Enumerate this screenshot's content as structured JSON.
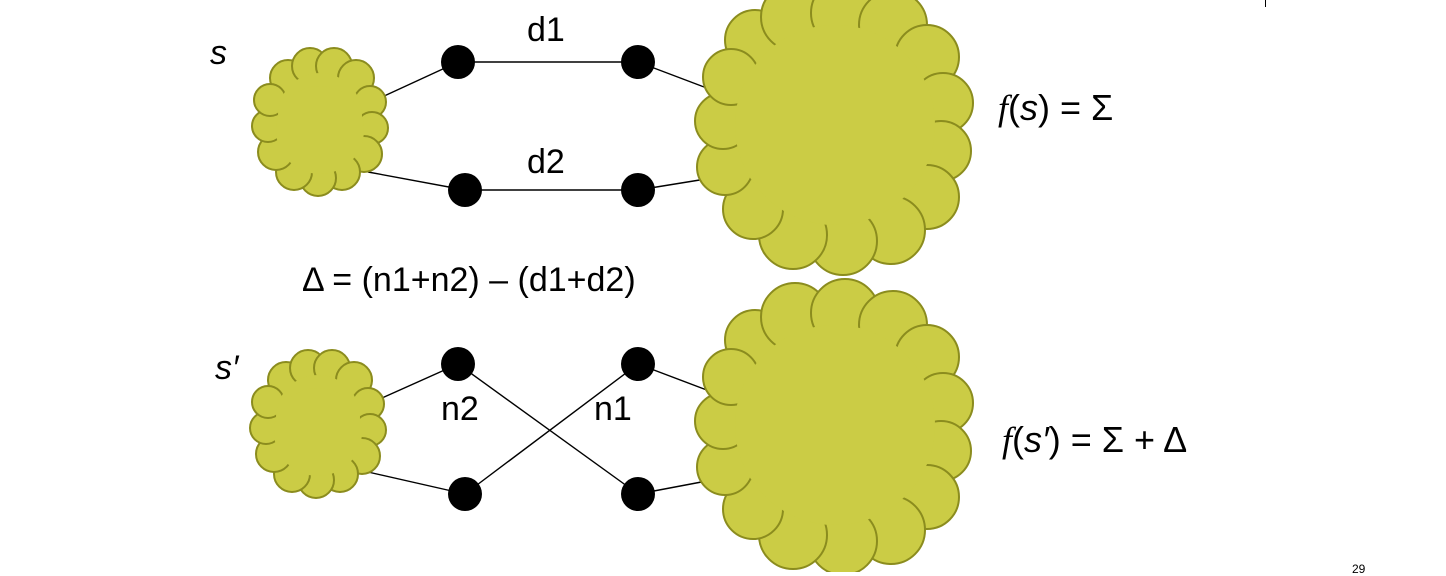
{
  "colors": {
    "cloud_fill": "#CBCC45",
    "cloud_stroke": "#8B8C1E",
    "node": "#000000",
    "edge": "#000000"
  },
  "top": {
    "state_label": "s",
    "edge_top_label": "d1",
    "edge_bottom_label": "d2",
    "cost_f": "f",
    "cost_open": "(",
    "cost_arg": "s",
    "cost_rest": ") = Σ"
  },
  "delta_formula": "Δ = (n1+n2) – (d1+d2)",
  "bottom": {
    "state_label": "s′",
    "edge_label_left": "n2",
    "edge_label_right": "n1",
    "cost_f": "f",
    "cost_open": "(",
    "cost_arg": "s′",
    "cost_rest": ") = Σ + Δ"
  },
  "page_number": "29"
}
